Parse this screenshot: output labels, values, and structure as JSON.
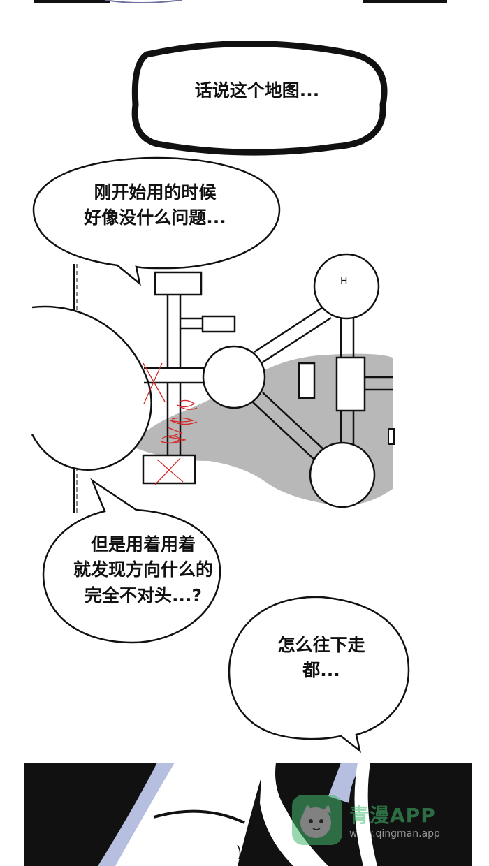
{
  "bubbles": {
    "narration": "话说这个地图...",
    "speech_1": "刚开始用的时候\n好像没什么问题...",
    "speech_2": "但是用着用着\n就发现方向什么的\n完全不对头...?",
    "speech_3": "怎么往下走\n都..."
  },
  "watermark": {
    "brand": "青漫APP",
    "url": "www.qingman.app",
    "icon": "cat-face-icon",
    "color": "#46b96e"
  },
  "colors": {
    "ink": "#111111",
    "shadow_gray": "#b8b8b8",
    "hair_blue": "#b7bfe0",
    "scribble_red": "#d62a2a"
  }
}
